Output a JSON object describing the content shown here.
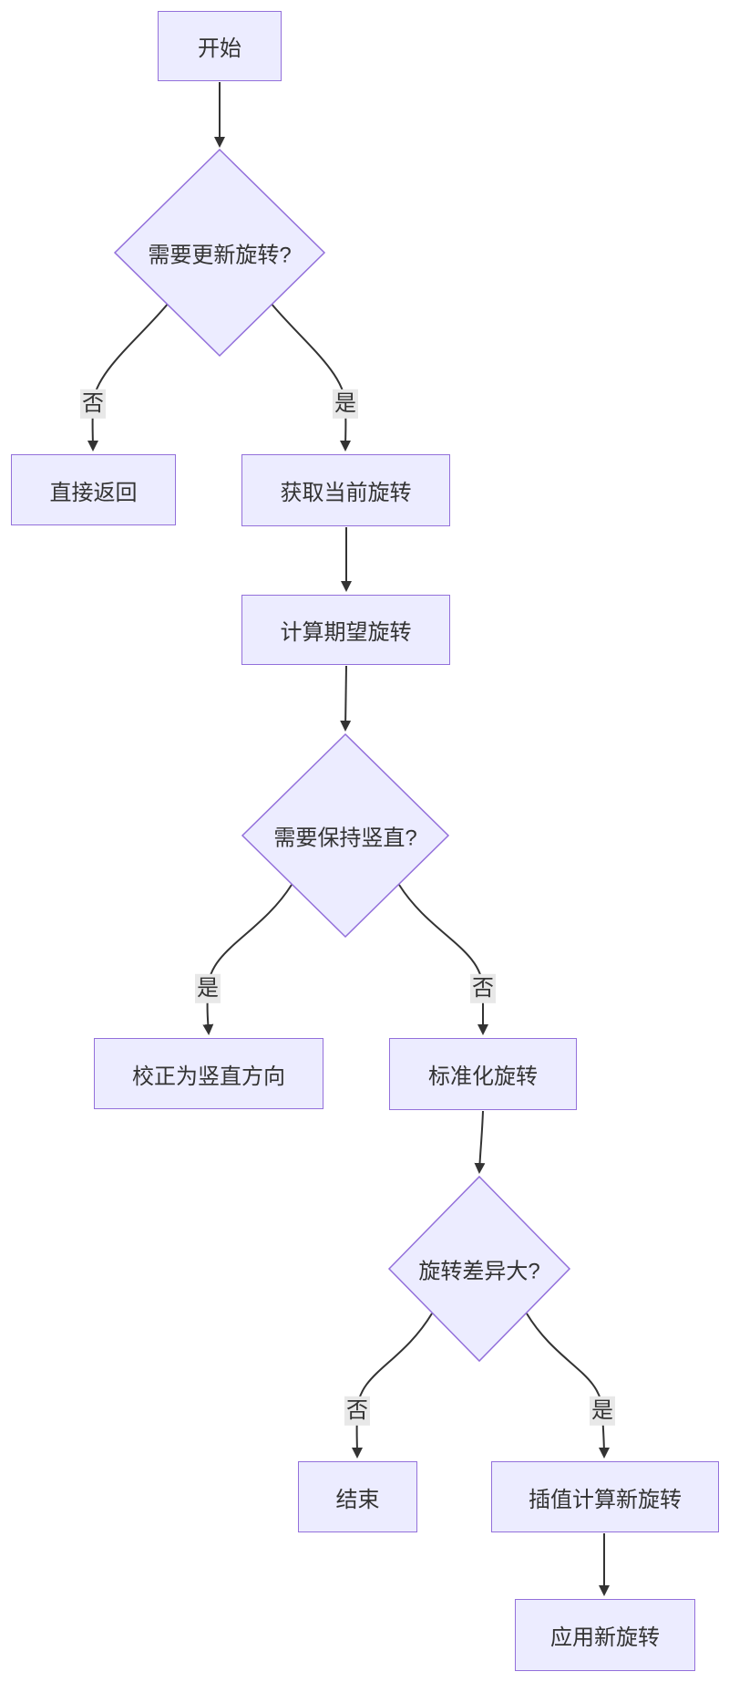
{
  "diagram": {
    "type": "flowchart",
    "direction": "top-down",
    "colors": {
      "node_fill": "#ECECFF",
      "node_border": "#9370DB",
      "edge_line": "#333333",
      "edge_label_background": "#e8e8e8",
      "text": "#333333",
      "background": "#ffffff"
    },
    "nodes": {
      "start": {
        "label": "开始",
        "shape": "rect"
      },
      "need_update": {
        "label": "需要更新旋转?",
        "shape": "diamond"
      },
      "direct_return": {
        "label": "直接返回",
        "shape": "rect"
      },
      "get_current": {
        "label": "获取当前旋转",
        "shape": "rect"
      },
      "calc_desired": {
        "label": "计算期望旋转",
        "shape": "rect"
      },
      "keep_upright": {
        "label": "需要保持竖直?",
        "shape": "diamond"
      },
      "correct_upright": {
        "label": "校正为竖直方向",
        "shape": "rect"
      },
      "normalize": {
        "label": "标准化旋转",
        "shape": "rect"
      },
      "diff_large": {
        "label": "旋转差异大?",
        "shape": "diamond"
      },
      "end": {
        "label": "结束",
        "shape": "rect"
      },
      "interpolate": {
        "label": "插值计算新旋转",
        "shape": "rect"
      },
      "apply": {
        "label": "应用新旋转",
        "shape": "rect"
      }
    },
    "edges": [
      {
        "from": "start",
        "to": "need_update",
        "label": ""
      },
      {
        "from": "need_update",
        "to": "direct_return",
        "label": "否"
      },
      {
        "from": "need_update",
        "to": "get_current",
        "label": "是"
      },
      {
        "from": "get_current",
        "to": "calc_desired",
        "label": ""
      },
      {
        "from": "calc_desired",
        "to": "keep_upright",
        "label": ""
      },
      {
        "from": "keep_upright",
        "to": "correct_upright",
        "label": "是"
      },
      {
        "from": "keep_upright",
        "to": "normalize",
        "label": "否"
      },
      {
        "from": "normalize",
        "to": "diff_large",
        "label": ""
      },
      {
        "from": "diff_large",
        "to": "end",
        "label": "否"
      },
      {
        "from": "diff_large",
        "to": "interpolate",
        "label": "是"
      },
      {
        "from": "interpolate",
        "to": "apply",
        "label": ""
      }
    ]
  }
}
